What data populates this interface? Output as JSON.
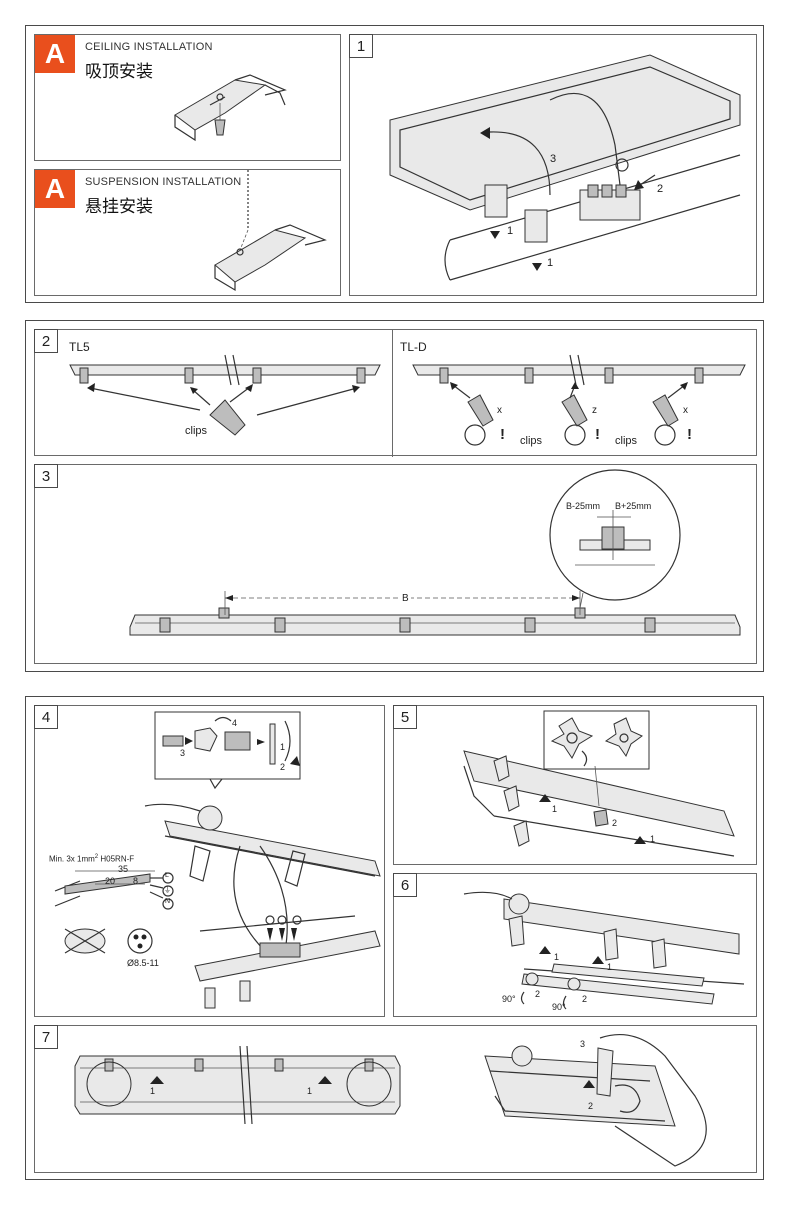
{
  "section_a": {
    "ceiling": {
      "badge": "A",
      "title_en": "CEILING INSTALLATION",
      "title_zh": "吸顶安装"
    },
    "suspension": {
      "badge": "A",
      "title_en": "SUSPENSION INSTALLATION",
      "title_zh": "悬挂安装"
    }
  },
  "step1": {
    "number": "1",
    "labels": [
      "3",
      "2",
      "1",
      "1"
    ]
  },
  "step2": {
    "number": "2",
    "tl5": {
      "title": "TL5",
      "clips": "clips"
    },
    "tld": {
      "title": "TL-D",
      "clips_a": "clips",
      "clips_b": "clips",
      "marks": [
        "x",
        "z",
        "x",
        "!",
        "!",
        "!"
      ]
    }
  },
  "step3": {
    "number": "3",
    "dimension": "B",
    "minus": "B-25mm",
    "plus": "B+25mm"
  },
  "step4": {
    "number": "4",
    "wire_spec": "Min. 3x 1mm",
    "wire_sup": "2",
    "wire_type": "H05RN-F",
    "dims": {
      "total": "35",
      "a": "20",
      "b": "8"
    },
    "terminals": [
      "L",
      "⏚",
      "N"
    ],
    "diameter": "Ø8.5-11",
    "callout": [
      "3",
      "4",
      "1",
      "2"
    ]
  },
  "step5": {
    "number": "5",
    "labels": [
      "1",
      "2",
      "1"
    ]
  },
  "step6": {
    "number": "6",
    "labels": [
      "1",
      "1",
      "2",
      "2",
      "90°",
      "90°"
    ]
  },
  "step7": {
    "number": "7",
    "labels": [
      "1",
      "1",
      "3",
      "2"
    ]
  },
  "colors": {
    "accent": "#e94f1d",
    "line": "#333333",
    "fill": "#e9e9e9"
  }
}
